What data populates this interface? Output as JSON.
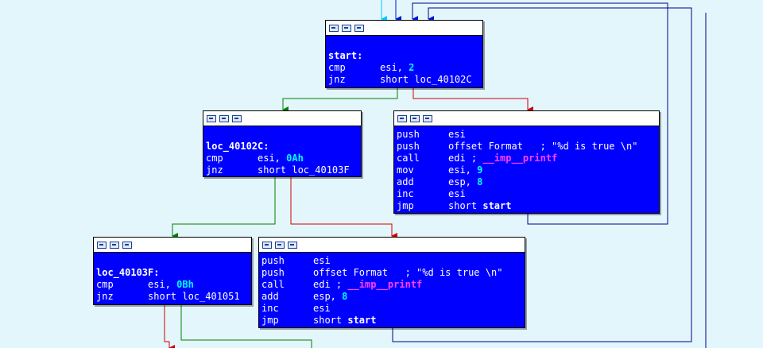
{
  "colors": {
    "background": "#e3f6fb",
    "node_fill": "#0000ff",
    "text": "#ffffff",
    "number": "#00ffff",
    "import": "#ff40ff",
    "edge_true": "#008000",
    "edge_false": "#d00000",
    "edge_jump": "#00008b",
    "edge_entry": "#00c8ff"
  },
  "nodes": {
    "start": {
      "label": "start:",
      "lines": [
        {
          "mn": "cmp",
          "op": "esi, ",
          "num": "2"
        },
        {
          "mn": "jnz",
          "op": "short loc_40102C"
        }
      ]
    },
    "printf1": {
      "lines": [
        {
          "mn": "push",
          "op": "esi"
        },
        {
          "mn": "push",
          "op": "offset Format   ",
          "comment": "; \"%d is true \\n\""
        },
        {
          "mn": "call",
          "op": "edi ; ",
          "imp": "__imp__printf"
        },
        {
          "mn": "mov",
          "op": "esi, ",
          "num": "9"
        },
        {
          "mn": "add",
          "op": "esp, ",
          "num": "8"
        },
        {
          "mn": "inc",
          "op": "esi"
        },
        {
          "mn": "jmp",
          "op": "short ",
          "sym": "start"
        }
      ]
    },
    "loc_40102C": {
      "label": "loc_40102C:",
      "lines": [
        {
          "mn": "cmp",
          "op": "esi, ",
          "num": "0Ah"
        },
        {
          "mn": "jnz",
          "op": "short loc_40103F"
        }
      ]
    },
    "printf2": {
      "lines": [
        {
          "mn": "push",
          "op": "esi"
        },
        {
          "mn": "push",
          "op": "offset Format   ",
          "comment": "; \"%d is true \\n\""
        },
        {
          "mn": "call",
          "op": "edi ; ",
          "imp": "__imp__printf"
        },
        {
          "mn": "add",
          "op": "esp, ",
          "num": "8"
        },
        {
          "mn": "inc",
          "op": "esi"
        },
        {
          "mn": "jmp",
          "op": "short ",
          "sym": "start"
        }
      ]
    },
    "loc_40103F": {
      "label": "loc_40103F:",
      "lines": [
        {
          "mn": "cmp",
          "op": "esi, ",
          "num": "0Bh"
        },
        {
          "mn": "jnz",
          "op": "short loc_401051"
        }
      ]
    }
  }
}
